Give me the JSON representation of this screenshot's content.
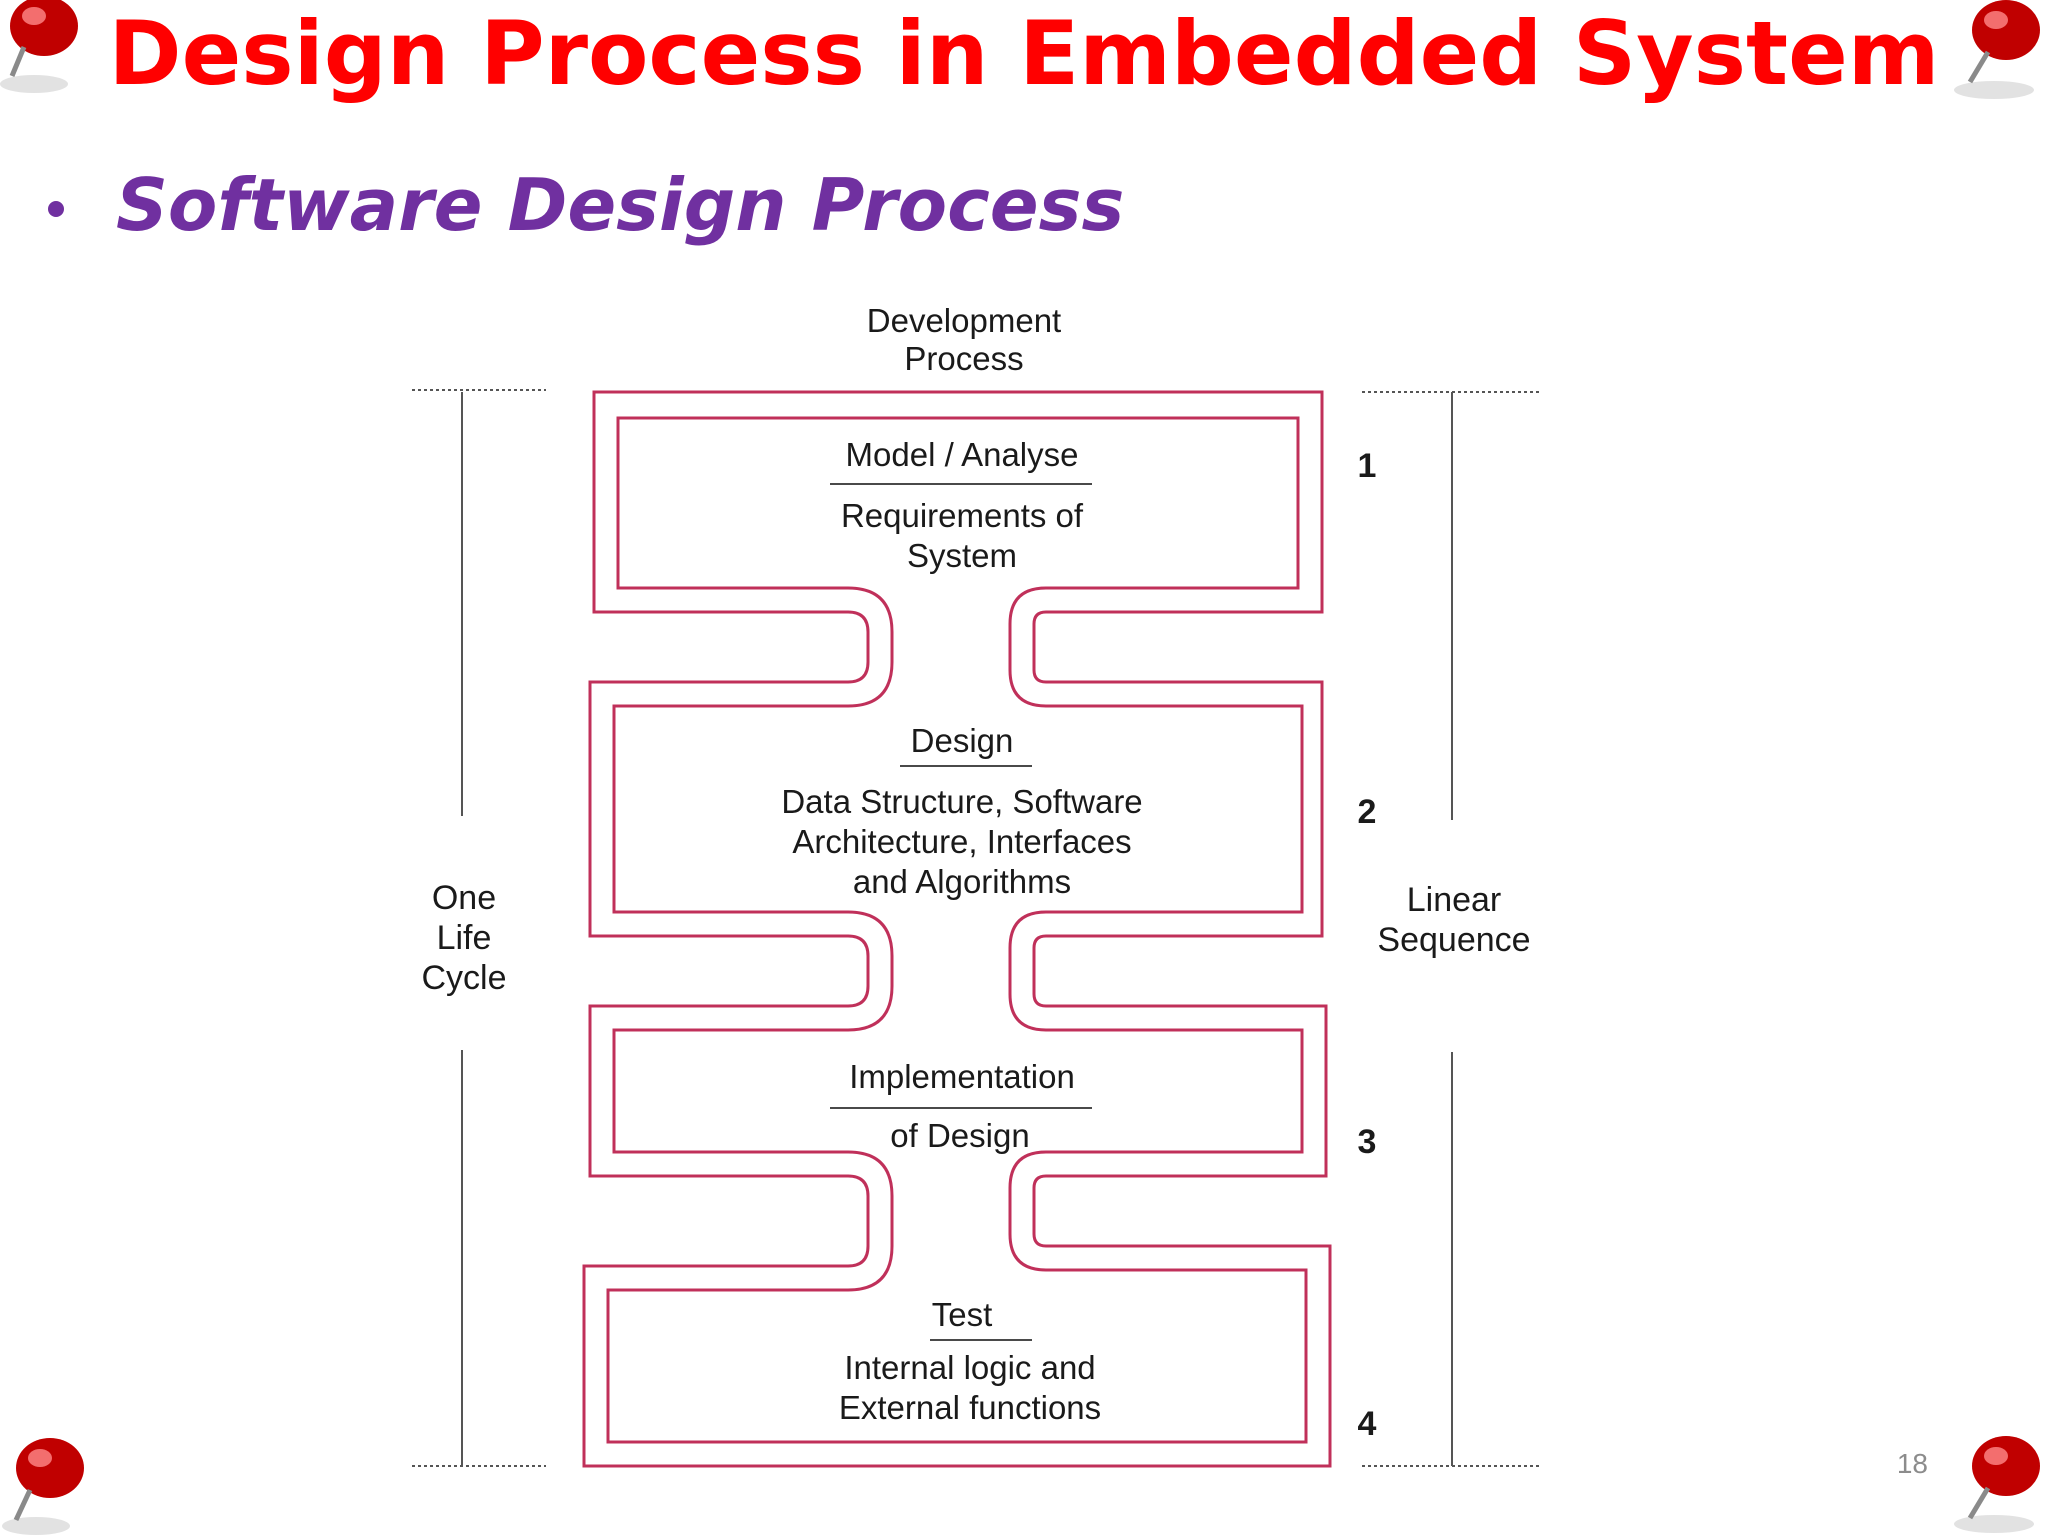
{
  "slide": {
    "title": "Design Process in Embedded System",
    "bullet": "Software Design Process",
    "page_number": "18"
  },
  "diagram": {
    "top_label": {
      "line1": "Development",
      "line2": "Process"
    },
    "stages": [
      {
        "number": "1",
        "heading": "Model / Analyse",
        "desc": [
          "Requirements of",
          "System"
        ]
      },
      {
        "number": "2",
        "heading": "Design",
        "desc": [
          "Data Structure, Software",
          "Architecture, Interfaces",
          "and Algorithms"
        ]
      },
      {
        "number": "3",
        "heading": "Implementation",
        "desc": [
          "of Design"
        ]
      },
      {
        "number": "4",
        "heading": "Test",
        "desc": [
          "Internal logic and",
          "External functions"
        ]
      }
    ],
    "left_label": [
      "One",
      "Life",
      "Cycle"
    ],
    "right_label": [
      "Linear",
      "Sequence"
    ]
  },
  "colors": {
    "title": "#ff0000",
    "bullet": "#7030a0",
    "diagram_line": "#c0305a",
    "pin": "#c00000"
  },
  "icons": {
    "pin": "push-pin-icon",
    "bullet": "bullet-dot-icon"
  }
}
